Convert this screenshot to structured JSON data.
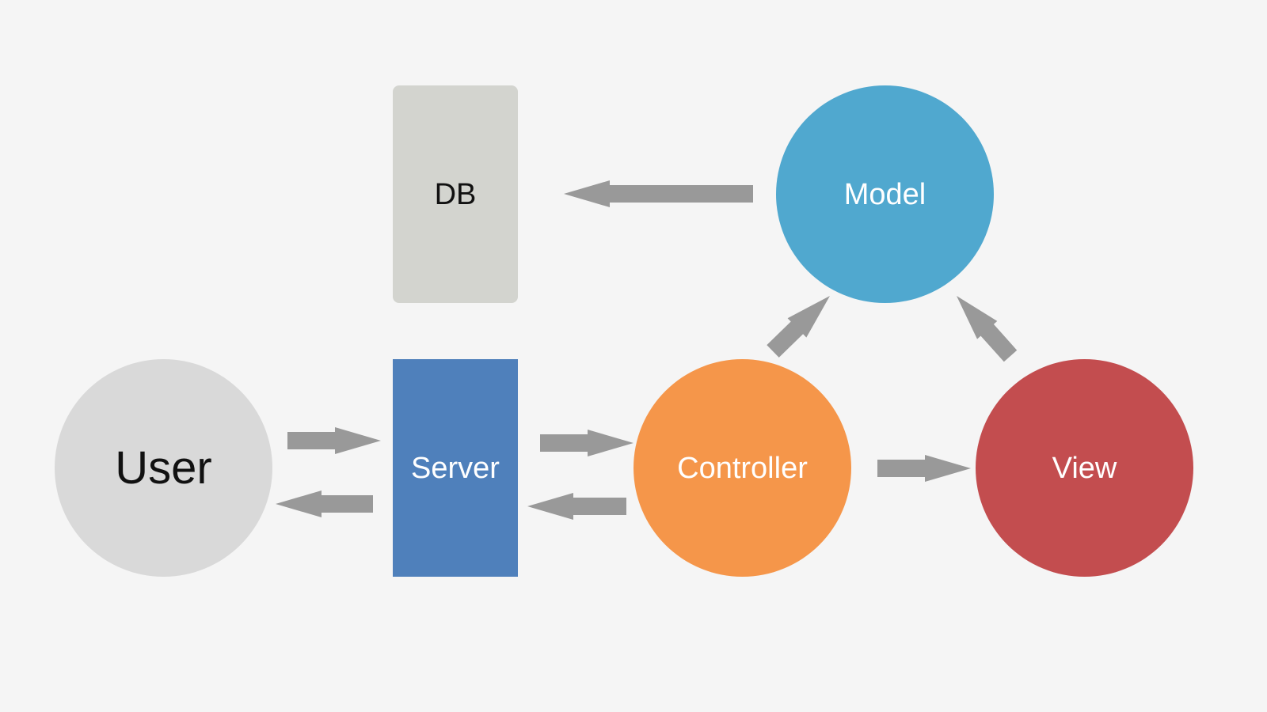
{
  "nodes": {
    "user": {
      "label": "User",
      "fill": "#d9d9d9",
      "text_color": "#111111"
    },
    "server": {
      "label": "Server",
      "fill": "#4f80bb",
      "text_color": "#ffffff"
    },
    "db": {
      "label": "DB",
      "fill": "#d3d4cf",
      "text_color": "#111111"
    },
    "controller": {
      "label": "Controller",
      "fill": "#f5964a",
      "text_color": "#ffffff"
    },
    "model": {
      "label": "Model",
      "fill": "#50a8cf",
      "text_color": "#ffffff"
    },
    "view": {
      "label": "View",
      "fill": "#c34d4f",
      "text_color": "#ffffff"
    }
  },
  "edges": [
    {
      "from": "user",
      "to": "server"
    },
    {
      "from": "server",
      "to": "user"
    },
    {
      "from": "server",
      "to": "controller"
    },
    {
      "from": "controller",
      "to": "server"
    },
    {
      "from": "controller",
      "to": "view"
    },
    {
      "from": "controller",
      "to": "model"
    },
    {
      "from": "view",
      "to": "model"
    },
    {
      "from": "model",
      "to": "db"
    }
  ],
  "colors": {
    "background": "#f5f5f5",
    "arrow": "#999999"
  }
}
